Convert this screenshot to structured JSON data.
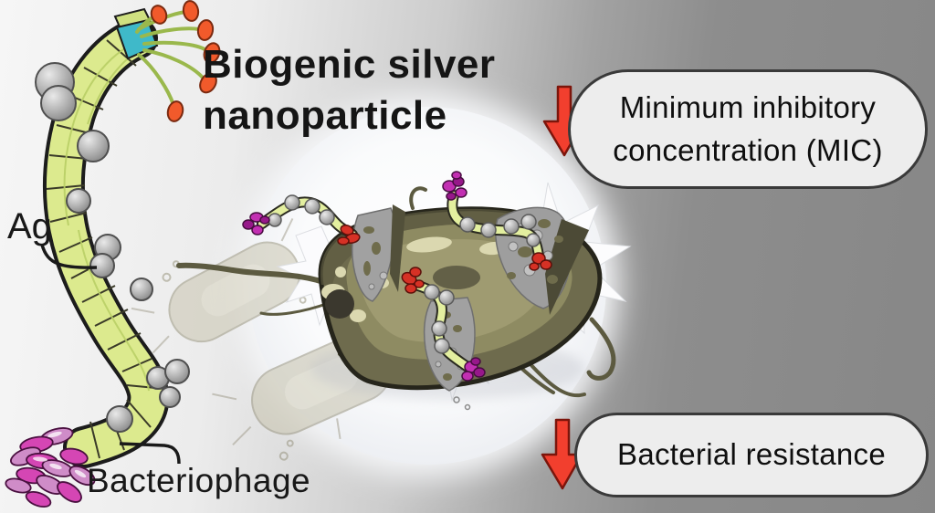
{
  "title": {
    "line1": "Biogenic silver",
    "line2": "nanoparticle"
  },
  "labels": {
    "silver_nanoparticle": "Ag",
    "bacteriophage": "Bacteriophage"
  },
  "callouts": {
    "mic": {
      "icon": "down-arrow-icon",
      "line1": "Minimum inhibitory",
      "line2": "concentration (MIC)"
    },
    "resistance": {
      "icon": "down-arrow-icon",
      "line1": "Bacterial resistance"
    }
  },
  "colors": {
    "arrow_red": "#f23f2e",
    "callout_background": "#ededed",
    "callout_border": "#3a3a3a",
    "background_left": "#f3f3f3",
    "background_right": "#8b8b8b",
    "phage_tail_green": "#dcea8e",
    "silver_nanoparticle_gray": "#b5b5b5",
    "bacterium_olive": "#6e6b4d",
    "tail_fiber_magenta": "#d546b4",
    "fiber_tip_orange": "#f15a2b",
    "collar_cyan": "#3fb9c9"
  }
}
